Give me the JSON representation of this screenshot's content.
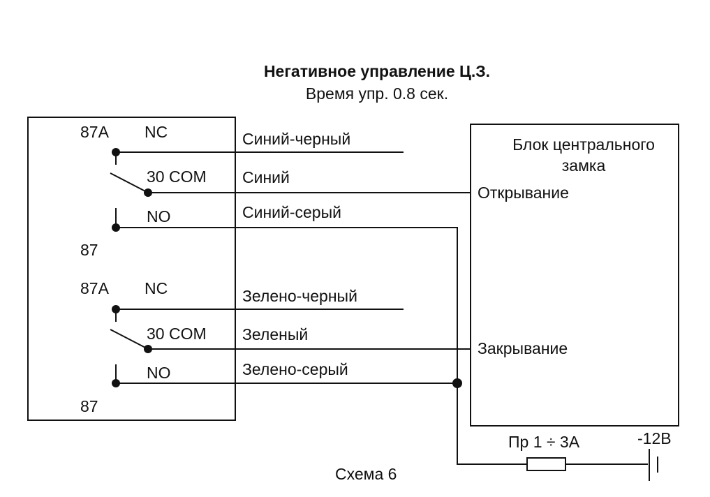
{
  "title": "Негативное управление Ц.З.",
  "subtitle": "Время упр. 0.8 сек.",
  "relays": [
    {
      "nc_pin": "87A",
      "nc_label": "NC",
      "com_label": "30 COM",
      "no_label": "NO",
      "no_pin": "87"
    },
    {
      "nc_pin": "87A",
      "nc_label": "NC",
      "com_label": "30 COM",
      "no_label": "NO",
      "no_pin": "87"
    }
  ],
  "wires": {
    "blue_black": "Синий-черный",
    "blue": "Синий",
    "blue_gray": "Синий-серый",
    "green_black": "Зелено-черный",
    "green": "Зеленый",
    "green_gray": "Зелено-серый"
  },
  "lock_unit": {
    "title_line1": "Блок центрального",
    "title_line2": "замка",
    "open": "Открывание",
    "close": "Закрывание"
  },
  "fuse_label": "Пр 1 ÷ 3А",
  "battery_label": "-12В",
  "caption": "Схема 6"
}
